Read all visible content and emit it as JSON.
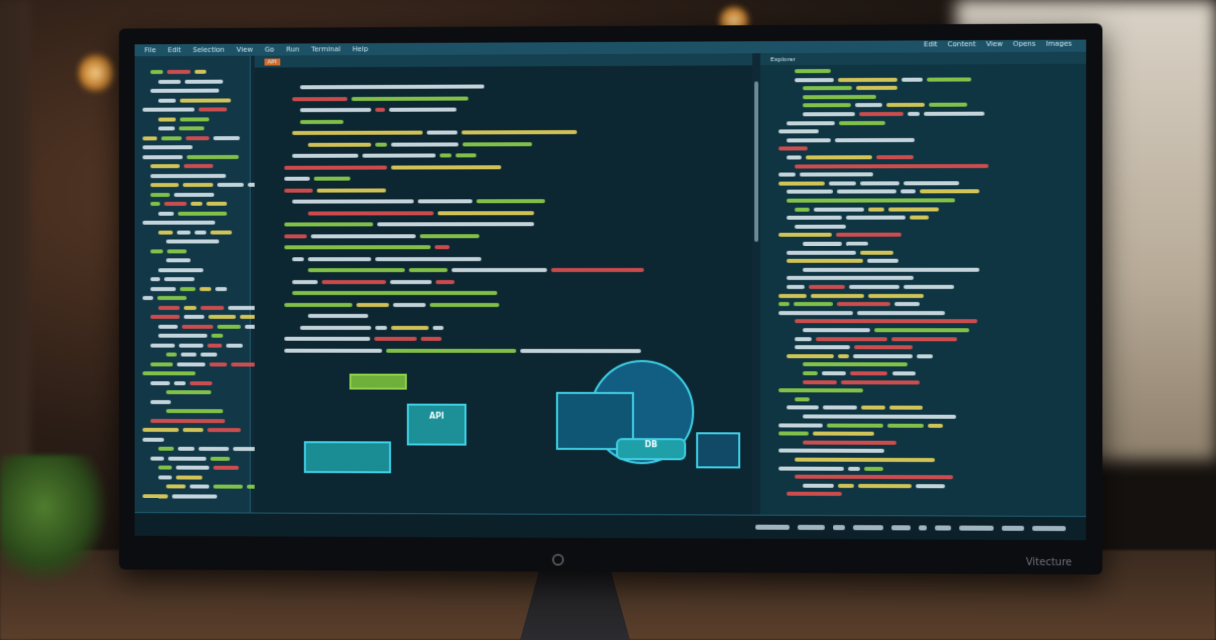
{
  "menu": {
    "left": [
      "File",
      "Edit",
      "Selection",
      "View",
      "Go",
      "Run",
      "Terminal",
      "Help"
    ],
    "right": [
      "Edit",
      "Content",
      "View",
      "Opens",
      "Images"
    ]
  },
  "editor": {
    "tab": "API"
  },
  "right_panel": {
    "title": "Explorer"
  },
  "diagram": {
    "node_api": "API",
    "node_db": "DB"
  },
  "monitor_brand": "Vitecture",
  "colors": {
    "screen": "#0f2a36",
    "accent": "#3fd0e6",
    "string": "#8ed04a",
    "keyword": "#e05050",
    "text": "#d8e6ec"
  }
}
